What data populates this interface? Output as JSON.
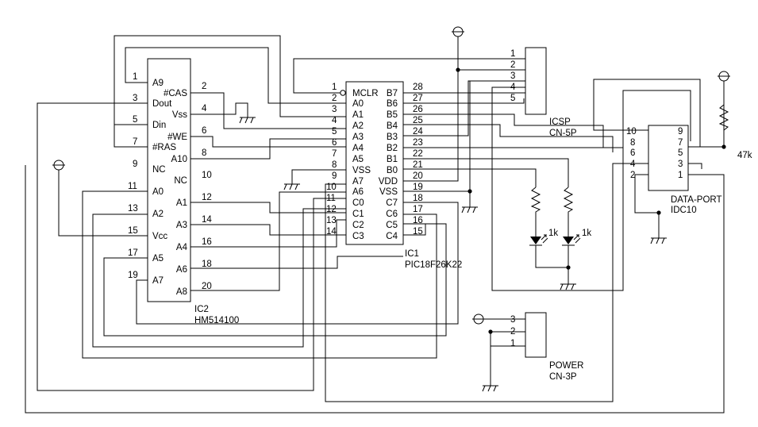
{
  "ic2": {
    "ref": "IC2",
    "part": "HM514100",
    "left_pins": [
      {
        "num": "1",
        "name": "A9"
      },
      {
        "num": "3",
        "name": "Dout"
      },
      {
        "num": "5",
        "name": "Din"
      },
      {
        "num": "7",
        "name": "#RAS"
      },
      {
        "num": "9",
        "name": "NC"
      },
      {
        "num": "11",
        "name": "A0"
      },
      {
        "num": "13",
        "name": "A2"
      },
      {
        "num": "15",
        "name": "Vcc"
      },
      {
        "num": "17",
        "name": "A5"
      },
      {
        "num": "19",
        "name": "A7"
      }
    ],
    "right_pins": [
      {
        "num": "2",
        "name": "#CAS"
      },
      {
        "num": "4",
        "name": "Vss"
      },
      {
        "num": "6",
        "name": "#WE"
      },
      {
        "num": "8",
        "name": "A10"
      },
      {
        "num": "10",
        "name": "NC"
      },
      {
        "num": "12",
        "name": "A1"
      },
      {
        "num": "14",
        "name": "A3"
      },
      {
        "num": "16",
        "name": "A4"
      },
      {
        "num": "18",
        "name": "A6"
      },
      {
        "num": "20",
        "name": "A8"
      }
    ]
  },
  "ic1": {
    "ref": "IC1",
    "part": "PIC18F26K22",
    "left_pins": [
      {
        "num": "1",
        "name": "MCLR"
      },
      {
        "num": "2",
        "name": "A0"
      },
      {
        "num": "3",
        "name": "A1"
      },
      {
        "num": "4",
        "name": "A2"
      },
      {
        "num": "5",
        "name": "A3"
      },
      {
        "num": "6",
        "name": "A4"
      },
      {
        "num": "7",
        "name": "A5"
      },
      {
        "num": "8",
        "name": "VSS"
      },
      {
        "num": "9",
        "name": "A7"
      },
      {
        "num": "10",
        "name": "A6"
      },
      {
        "num": "11",
        "name": "C0"
      },
      {
        "num": "12",
        "name": "C1"
      },
      {
        "num": "13",
        "name": "C2"
      },
      {
        "num": "14",
        "name": "C3"
      }
    ],
    "right_pins": [
      {
        "num": "28",
        "name": "B7"
      },
      {
        "num": "27",
        "name": "B6"
      },
      {
        "num": "26",
        "name": "B5"
      },
      {
        "num": "25",
        "name": "B4"
      },
      {
        "num": "24",
        "name": "B3"
      },
      {
        "num": "23",
        "name": "B2"
      },
      {
        "num": "22",
        "name": "B1"
      },
      {
        "num": "21",
        "name": "B0"
      },
      {
        "num": "20",
        "name": "VDD"
      },
      {
        "num": "19",
        "name": "VSS"
      },
      {
        "num": "18",
        "name": "C7"
      },
      {
        "num": "17",
        "name": "C6"
      },
      {
        "num": "16",
        "name": "C5"
      },
      {
        "num": "15",
        "name": "C4"
      }
    ]
  },
  "icsp": {
    "ref": "ICSP",
    "part": "CN-5P",
    "pins": [
      "1",
      "2",
      "3",
      "4",
      "5"
    ]
  },
  "power": {
    "ref": "POWER",
    "part": "CN-3P",
    "pins": [
      "3",
      "2",
      "1"
    ]
  },
  "data_port": {
    "ref": "DATA-PORT",
    "part": "IDC10",
    "left_pins": [
      "10",
      "8",
      "6",
      "4",
      "2"
    ],
    "right_pins": [
      "9",
      "7",
      "5",
      "3",
      "1"
    ]
  },
  "resistors": {
    "led1": "1k",
    "led2": "1k",
    "pullup": "47k"
  }
}
